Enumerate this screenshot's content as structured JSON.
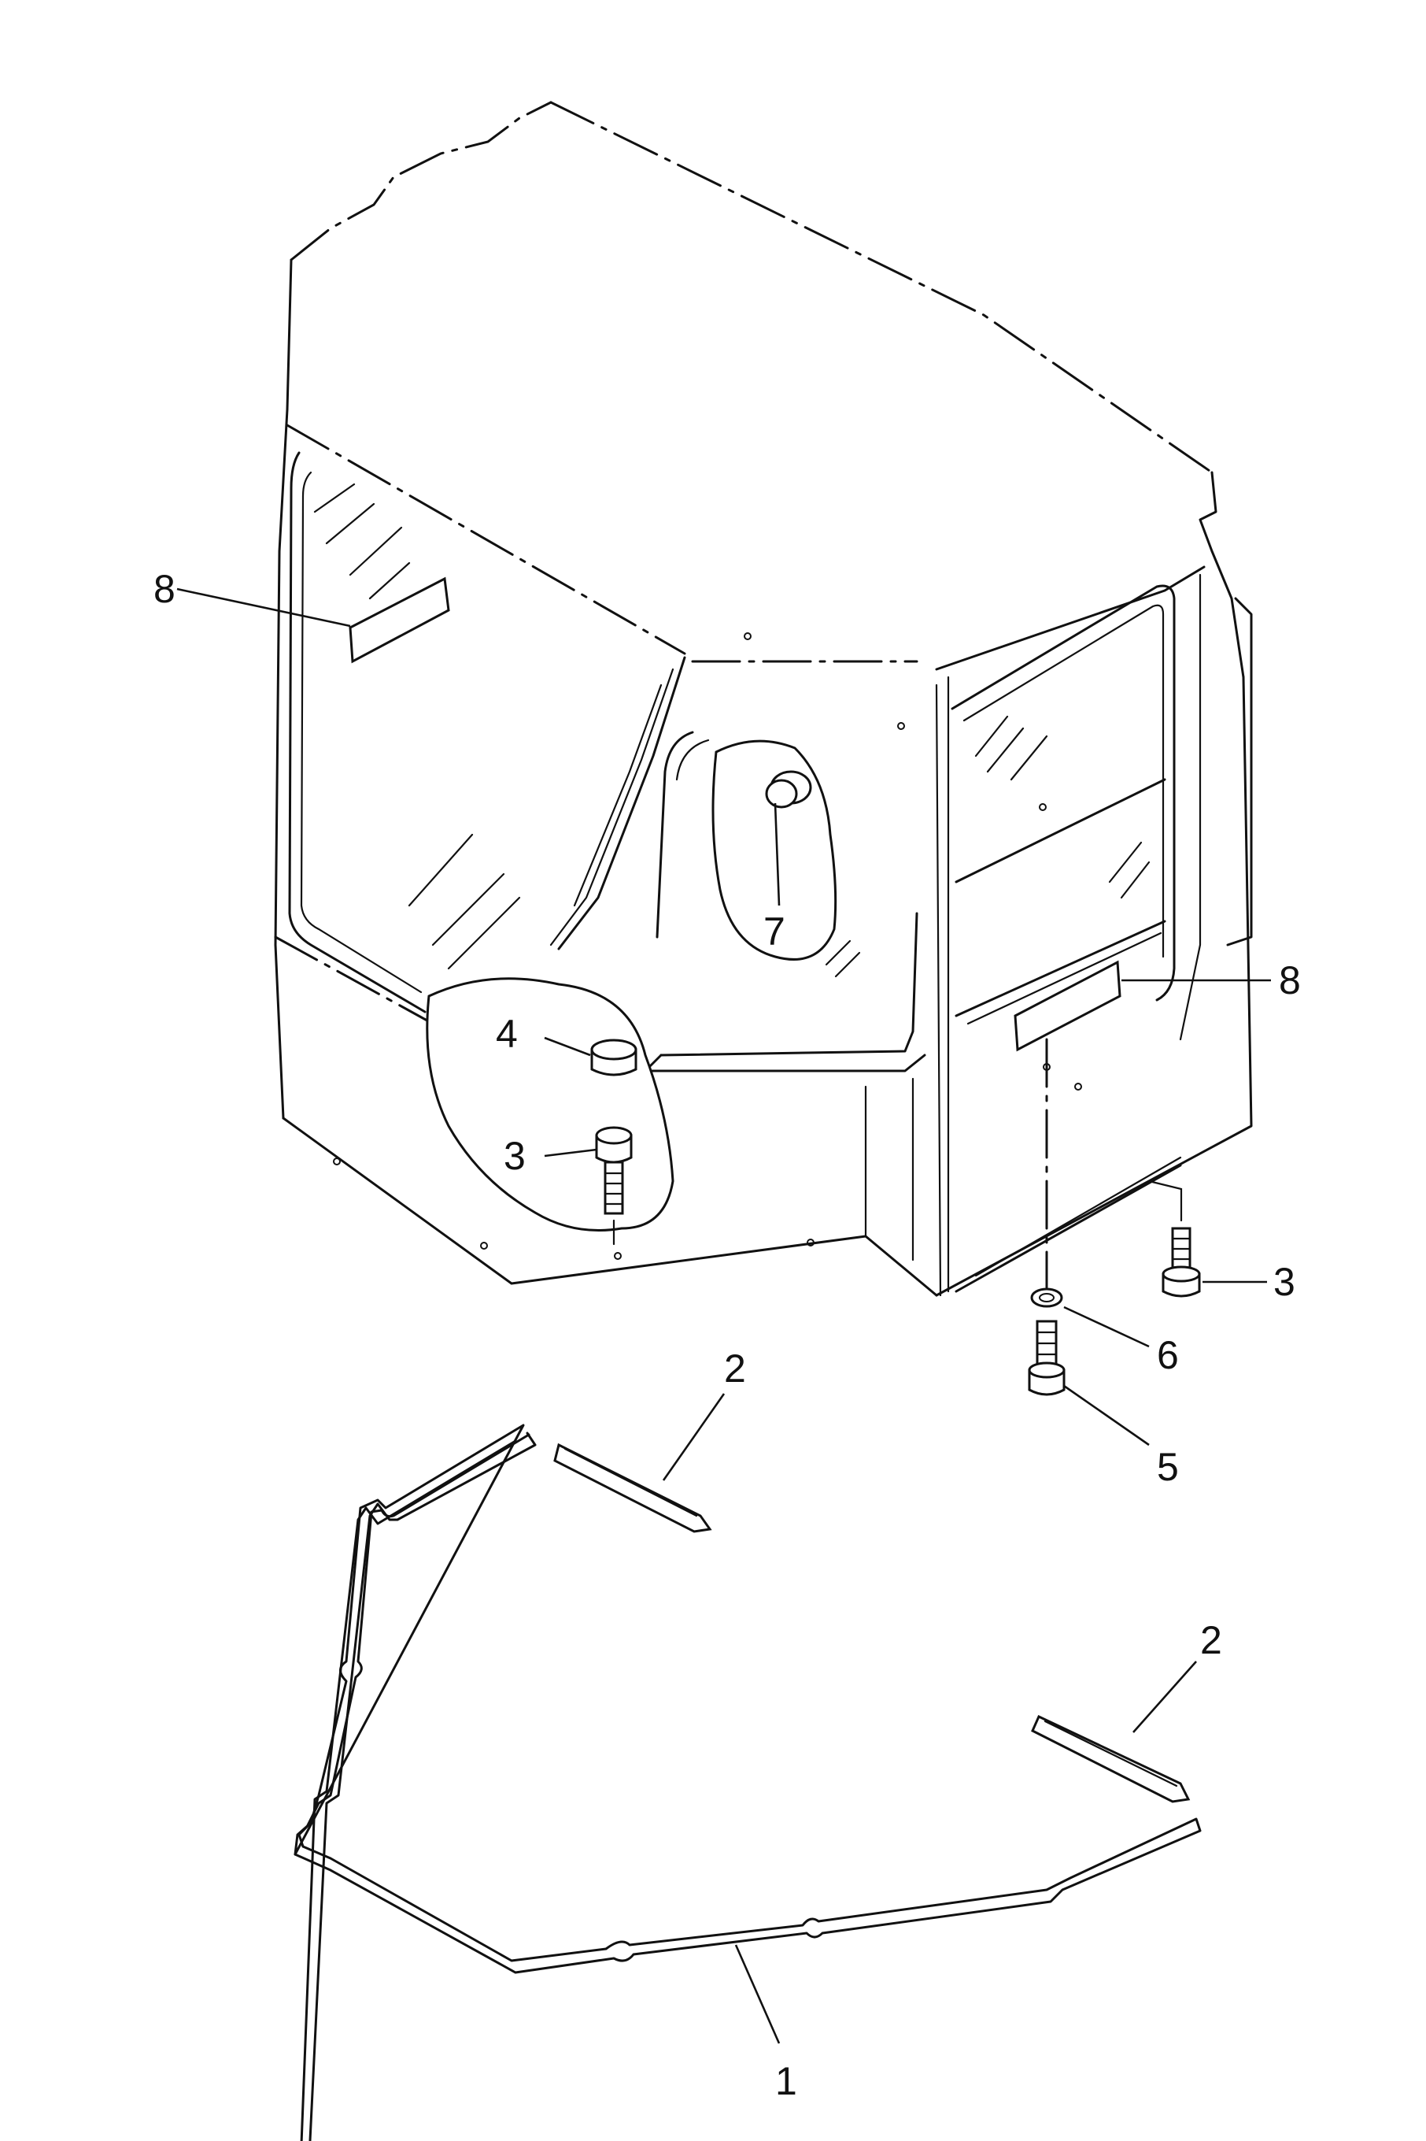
{
  "diagram": {
    "type": "exploded-parts-diagram",
    "callouts": {
      "floor_mat": "1",
      "seal_strip_left": "2",
      "seal_strip_right": "2",
      "bolt_left": "3",
      "bolt_right": "3",
      "plug_left": "4",
      "bolt_lower": "5",
      "washer": "6",
      "plug_center": "7",
      "label_left": "8",
      "label_right": "8"
    }
  }
}
